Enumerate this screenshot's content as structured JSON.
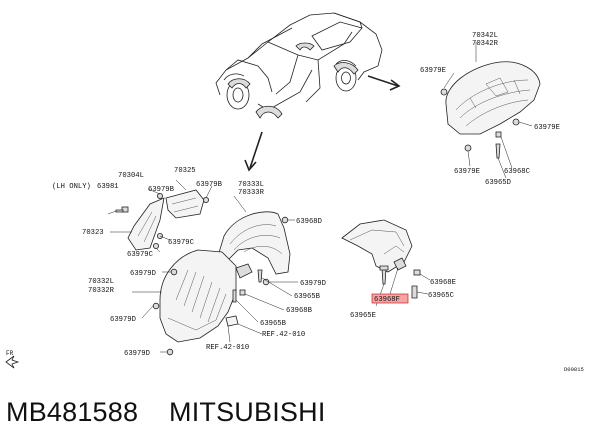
{
  "labels": {
    "p70342L": "70342L",
    "p70342R": "70342R",
    "p63979E_a": "63979E",
    "p63979E_b": "63979E",
    "p63979E_c": "63979E",
    "p63968C": "63968C",
    "p63965D": "63965D",
    "p70304L": "70304L",
    "p70325": "70325",
    "lh_only": "(LH ONLY)",
    "p63981": "63981",
    "p63979B_a": "63979B",
    "p63979B_b": "63979B",
    "p70323": "70323",
    "p63979C_a": "63979C",
    "p63979C_b": "63979C",
    "p70333L": "70333L",
    "p70333R": "70333R",
    "p63968D": "63968D",
    "p63979D_a": "63979D",
    "p63979D_b": "63979D",
    "p63979D_c": "63979D",
    "p63979D_d": "63979D",
    "p70332L": "70332L",
    "p70332R": "70332R",
    "p63965B_a": "63965B",
    "p63965B_b": "63965B",
    "p63968B": "63968B",
    "ref1": "REF.42-010",
    "ref2": "REF.42-010",
    "p63968E": "63968E",
    "p63965C": "63965C",
    "p63968F": "63968F",
    "p63965E": "63965E",
    "fr": "FR",
    "figure_code": "D00815"
  },
  "caption": {
    "part_number": "MB481588",
    "brand": "MITSUBISHI"
  },
  "highlighted_part": "63968F",
  "icons": [
    "truck-outline",
    "arrow-right",
    "arrow-down",
    "front-direction-arrow"
  ]
}
